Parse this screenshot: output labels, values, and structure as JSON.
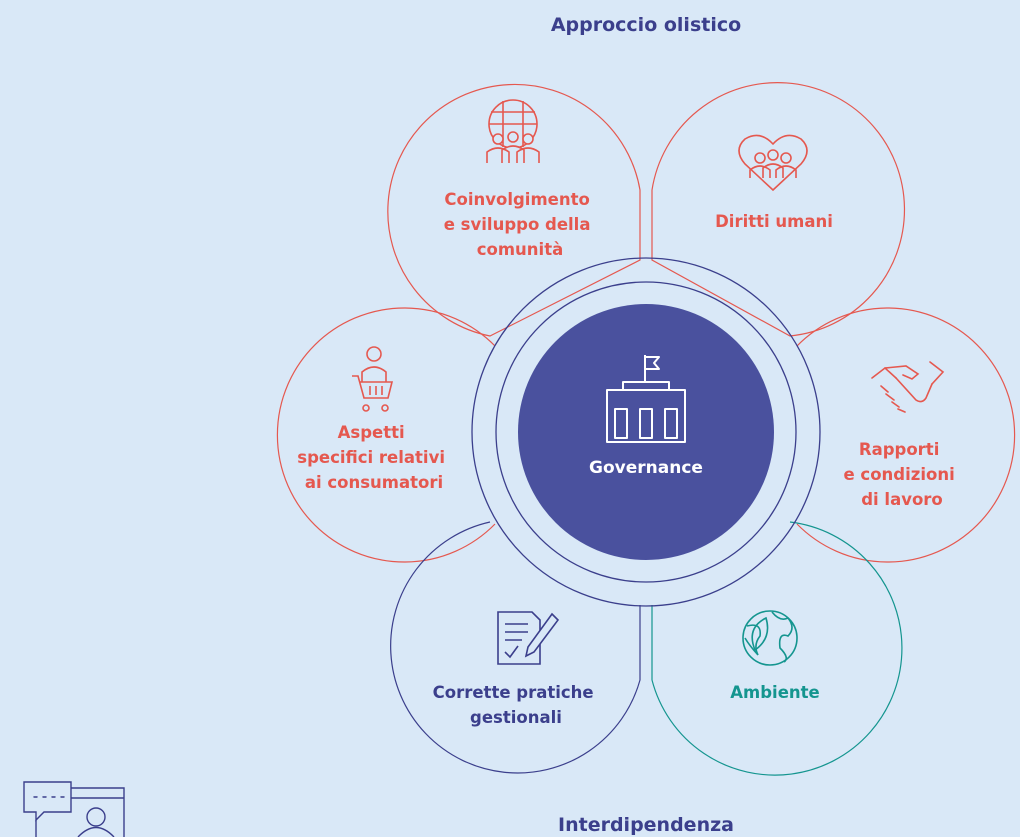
{
  "header": {
    "title": "Approccio olistico"
  },
  "footer": {
    "title": "Interdipendenza"
  },
  "center": {
    "label": "Governance",
    "icon": "government-building-icon"
  },
  "petals": [
    {
      "id": "community",
      "lines": [
        "Coinvolgimento",
        "e sviluppo della",
        "comunità"
      ],
      "icon": "community-globe-icon"
    },
    {
      "id": "human-rights",
      "lines": [
        "Diritti umani"
      ],
      "icon": "people-heart-icon"
    },
    {
      "id": "labour",
      "lines": [
        "Rapporti",
        "e condizioni",
        "di lavoro"
      ],
      "icon": "handshake-icon"
    },
    {
      "id": "environment",
      "lines": [
        "Ambiente"
      ],
      "icon": "globe-leaf-icon"
    },
    {
      "id": "practices",
      "lines": [
        "Corrette pratiche",
        "gestionali"
      ],
      "icon": "document-pen-icon"
    },
    {
      "id": "consumers",
      "lines": [
        "Aspetti",
        "specifici relativi",
        "ai consumatori"
      ],
      "icon": "shopper-cart-icon"
    }
  ],
  "colors": {
    "background": "#d9e8f7",
    "accent_red": "#e5584f",
    "accent_teal": "#14958f",
    "navy": "#3b3f8c",
    "center_fill": "#4a519e",
    "center_text": "#ffffff"
  },
  "corner_icon": "chat-person-icon"
}
